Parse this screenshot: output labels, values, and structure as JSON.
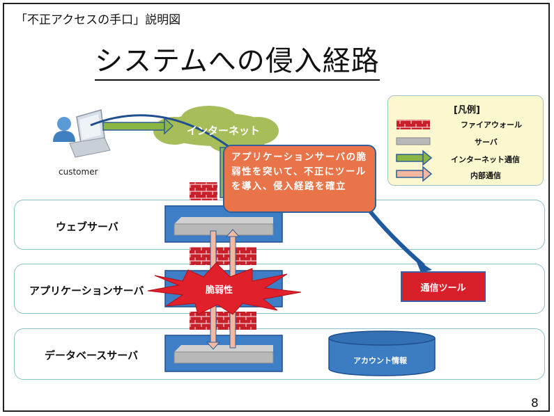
{
  "doc_title": "「不正アクセスの手口」説明図",
  "main_title": "システムへの侵入経路",
  "customer": {
    "label": "customer"
  },
  "internet": {
    "label": "インターネット"
  },
  "callout": {
    "text": "アプリケーションサーバの脆弱性を突いて、不正にツールを導入、侵入経路を確立"
  },
  "layers": [
    {
      "label": "ウェブサーバ"
    },
    {
      "label": "アプリケーションサーバ"
    },
    {
      "label": "データベースサーバ"
    }
  ],
  "vulnerability": {
    "label": "脆弱性"
  },
  "comm_tool": {
    "label": "通信ツール"
  },
  "account_db": {
    "label": "アカウント情報"
  },
  "legend": {
    "title": "[凡例]",
    "items": [
      {
        "icon": "firewall-icon",
        "label": "ファイアウォール"
      },
      {
        "icon": "server-icon",
        "label": "サーバ"
      },
      {
        "icon": "green-arrow-icon",
        "label": "インターネット通信"
      },
      {
        "icon": "pink-arrow-icon",
        "label": "内部通信"
      }
    ]
  },
  "page_number": "8",
  "colors": {
    "firewall": "#c8202a",
    "server_bg": "#3d7ec6",
    "server": "#b8b8b8",
    "internet_arrow": "#8db544",
    "internal_arrow": "#f4b8a0",
    "arrow_border": "#2d5f9a",
    "cloud": "#a7bd5a",
    "callout": "#e9744a",
    "legend_bg": "#fbf8cf",
    "tool_box": "#d8202a",
    "db": "#3b7cc2"
  }
}
